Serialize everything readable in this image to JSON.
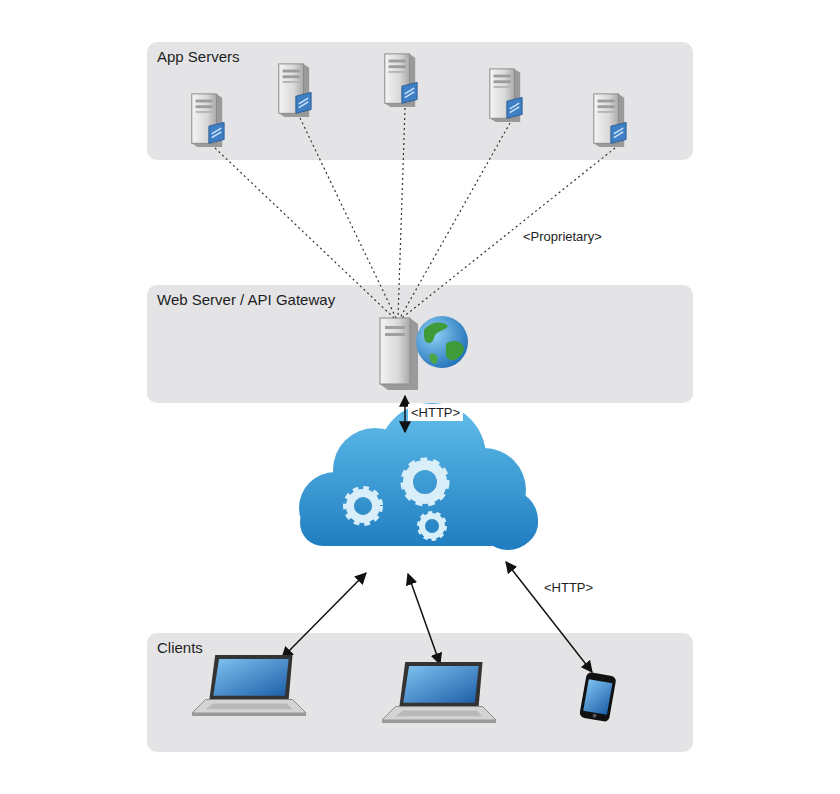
{
  "diagram": {
    "nodes": [
      {
        "text": [
          "App Servers"
        ]
      },
      {
        "text": [
          "Web Server / API Gateway"
        ]
      },
      {
        "text": [
          "Clients"
        ]
      }
    ],
    "labels": [
      "<Proprietary>",
      "<HTTP>",
      "<HTTP>"
    ]
  }
}
